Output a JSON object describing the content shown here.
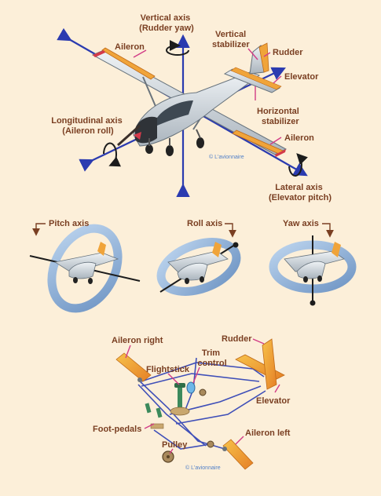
{
  "diagram1": {
    "vertical_axis": [
      "Vertical axis",
      "(Rudder yaw)"
    ],
    "longitudinal_axis": [
      "Longitudinal axis",
      "(Aileron roll)"
    ],
    "lateral_axis": [
      "Lateral axis",
      "(Elevator pitch)"
    ],
    "vertical_stabilizer": [
      "Vertical",
      "stabilizer"
    ],
    "horizontal_stabilizer": [
      "Horizontal",
      "stabilizer"
    ],
    "aileron_top": "Aileron",
    "aileron_right": "Aileron",
    "rudder": "Rudder",
    "elevator": "Elevator",
    "copyright": "© L'avionnaire"
  },
  "diagram2": {
    "pitch_axis": "Pitch axis",
    "roll_axis": "Roll axis",
    "yaw_axis": "Yaw axis"
  },
  "diagram3": {
    "aileron_right": "Aileron right",
    "flightstick": "Flightstick",
    "trim_control": [
      "Trim",
      "control"
    ],
    "rudder": "Rudder",
    "elevator": "Elevator",
    "foot_pedals": "Foot-pedals",
    "pulley": "Pulley",
    "aileron_left": "Aileron left",
    "copyright": "© L'avionnaire"
  },
  "colors": {
    "background": "#fcefd9",
    "label": "#7a3f22",
    "leader_line": "#d23c86",
    "axis": "#2b3bb0",
    "aircraft_body": "#cfd6dc",
    "control_surface": "#f0a43a",
    "cable": "#3f4fb8"
  }
}
